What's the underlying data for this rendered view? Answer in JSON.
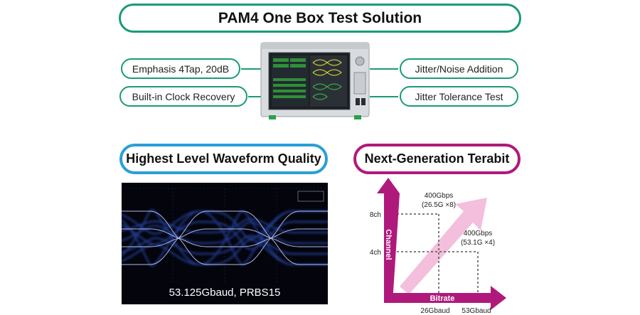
{
  "title": "PAM4 One Box Test Solution",
  "features": {
    "left": [
      "Emphasis 4Tap, 20dB",
      "Built-in Clock Recovery"
    ],
    "right": [
      "Jitter/Noise Addition",
      "Jitter Tolerance Test"
    ]
  },
  "sections": {
    "waveform_title": "Highest Level Waveform Quality",
    "waveform_caption": "53.125Gbaud, PRBS15",
    "terabit_title": "Next-Generation Terabit"
  },
  "colors": {
    "green": "#1a9a78",
    "blue": "#2a9fd8",
    "magenta": "#b0197c",
    "pink": "#f3bfdc"
  },
  "chart_data": {
    "type": "scatter",
    "xlabel": "Bitrate",
    "ylabel": "Channel",
    "x_ticks": [
      "26Gbaud",
      "53Gbaud"
    ],
    "y_ticks": [
      "4ch",
      "8ch"
    ],
    "points": [
      {
        "x": "26Gbaud",
        "y": "8ch",
        "label_line1": "400Gbps",
        "label_line2": "(26.5G ×8)"
      },
      {
        "x": "53Gbaud",
        "y": "4ch",
        "label_line1": "400Gbps",
        "label_line2": "(53.1G ×4)"
      }
    ]
  }
}
